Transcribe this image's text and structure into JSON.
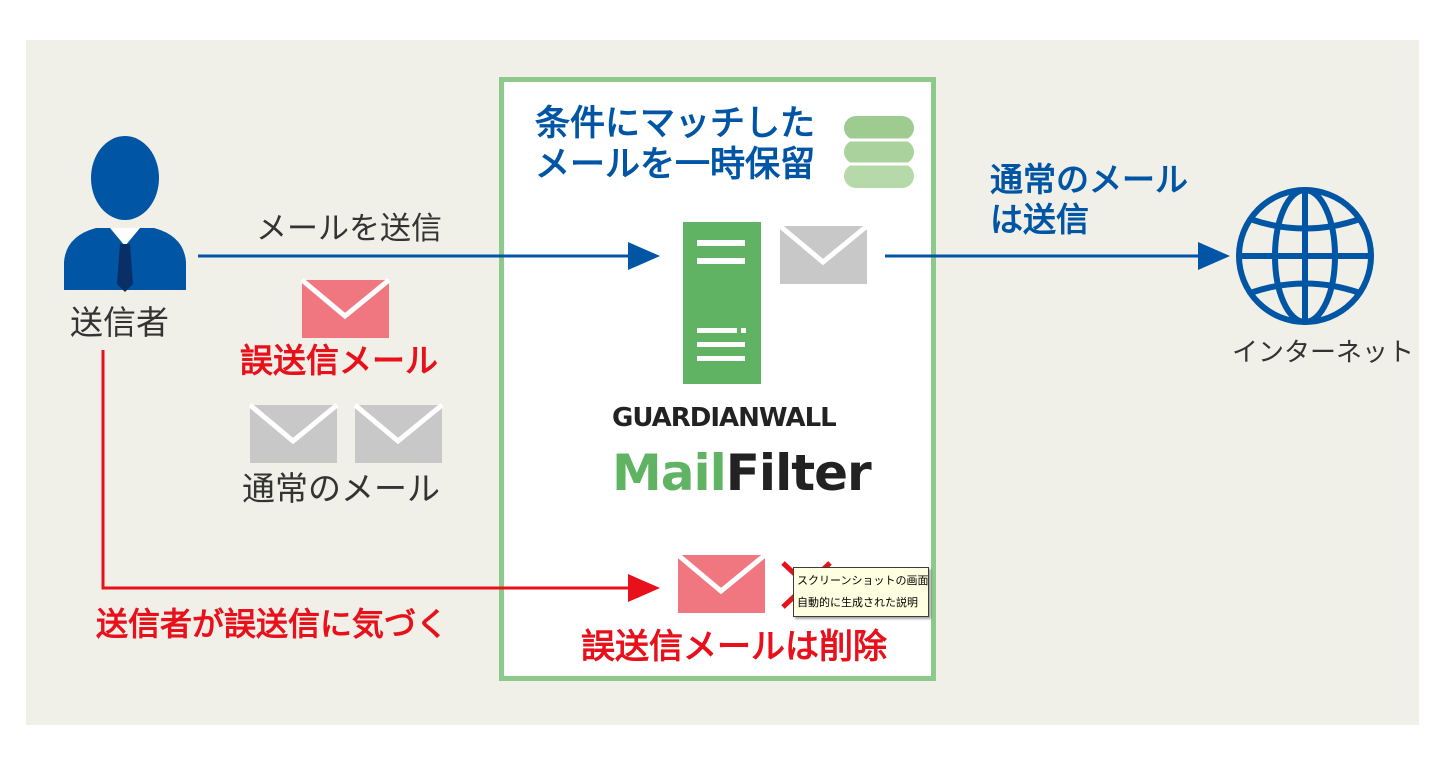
{
  "texts": {
    "sender": "送信者",
    "send_mail": "メールを送信",
    "misdirected_mail": "誤送信メール",
    "normal_mail": "通常のメール",
    "sender_notices": "送信者が誤送信に気づく",
    "hold_line1": "条件にマッチした",
    "hold_line2": "メールを一時保留",
    "normal_sent_line1": "通常のメール",
    "normal_sent_line2": "は送信",
    "internet": "インターネット",
    "brand_top": "GUARDIANWALL",
    "brand_mail": "Mail",
    "brand_filter": "Filter",
    "deleted": "誤送信メールは削除"
  },
  "tooltip": {
    "line1": "スクリーンショットの画面",
    "line2": "自動的に生成された説明"
  },
  "colors": {
    "blue": "#0055a5",
    "red": "#e8101a",
    "green": "#5fb363",
    "light_green_border": "#8cc98a",
    "pink_envelope": "#f0777f",
    "gray_envelope": "#c8c8c8",
    "background": "#f0f0e8",
    "dark_text": "#333333"
  },
  "icons": [
    "person-icon",
    "server-icon",
    "database-icon",
    "globe-icon",
    "envelope-icon",
    "delete-x-icon"
  ]
}
